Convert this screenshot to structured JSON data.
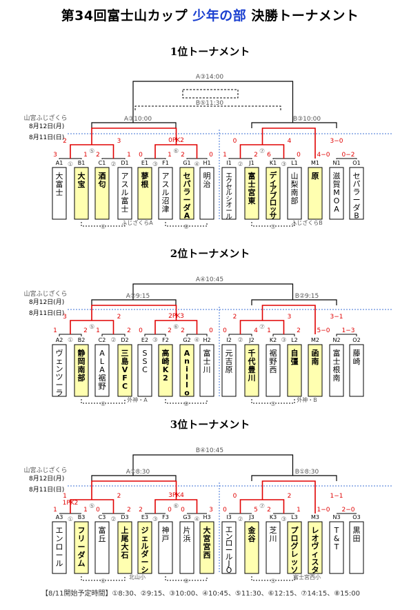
{
  "title": {
    "prefix": "第34回富士山カップ",
    "highlight": "少年の部",
    "suffix": "決勝トーナメント",
    "highlight_color": "#1a3fd0"
  },
  "colors": {
    "winner": "#e00000",
    "highlight_box": "#ffffb0",
    "date_line": "#3b6fd6"
  },
  "venue_label": "山宮ふじざくら",
  "date_aug12": "8月12日",
  "weekday_aug12": "月",
  "date_aug11": "8月11日",
  "weekday_aug11": "日",
  "footer": "【8/11開始予定時間】①8:30、②9:15、③10:00、④10:45、⑤11:30、⑥12:15、⑦14:15、⑧15:00",
  "sections": [
    {
      "title": "1位トーナメント",
      "final_label": "A③14:00",
      "third_label": "B⑤11:30",
      "semi_left": "A③10:00",
      "semi_right": "B③10:00",
      "teams": [
        {
          "code": "A1",
          "name": "大富士",
          "hl": false
        },
        {
          "code": "B1",
          "name": "大宝",
          "hl": true
        },
        {
          "code": "C1",
          "name": "酒匂",
          "hl": true
        },
        {
          "code": "D1",
          "name": "アスル富士",
          "hl": false
        },
        {
          "code": "E1",
          "name": "蓼根",
          "hl": true
        },
        {
          "code": "F1",
          "name": "アスル沼津",
          "hl": false
        },
        {
          "code": "G1",
          "name": "セパラーダA",
          "hl": true
        },
        {
          "code": "H1",
          "name": "明治",
          "hl": false
        },
        {
          "code": "I1",
          "name": "エクセルシオール",
          "hl": false
        },
        {
          "code": "J1",
          "name": "富士宮東",
          "hl": true
        },
        {
          "code": "K1",
          "name": "ディアブロッサ",
          "hl": true
        },
        {
          "code": "L1",
          "name": "山梨南部",
          "hl": false
        },
        {
          "code": "M1",
          "name": "原",
          "hl": true
        },
        {
          "code": "N1",
          "name": "滋賀MOA",
          "hl": false
        },
        {
          "code": "O1",
          "name": "セパラーダB",
          "hl": false
        }
      ],
      "r1": [
        {
          "num": "①",
          "s1": "3",
          "s2": "1"
        },
        {
          "num": "②",
          "s1": "2",
          "s2": "1"
        },
        {
          "num": "③",
          "s1": "0",
          "s2": "1"
        },
        {
          "num": "④",
          "s1": "2",
          "s2": "0"
        },
        {
          "num": "②",
          "s1": "1",
          "s2": "2"
        },
        {
          "num": "③",
          "s1": "6",
          "s2": "0"
        }
      ],
      "r2": [
        {
          "num": "⑤",
          "s1": "2",
          "s2": "3"
        },
        {
          "num": "⑥",
          "s1": "",
          "s2": ""
        },
        {
          "num": "⑦",
          "s1": "0",
          "s2": "4"
        }
      ],
      "r2_extra": "0PK2",
      "r_m": {
        "s1": "4−0",
        "s2": "0−2"
      },
      "r_m_final": "3−0",
      "venue_left": "ふじざくらA",
      "venue_right": "ふじざくらB"
    },
    {
      "title": "2位トーナメント",
      "final_label": "A④10:45",
      "semi_left": "A②9:15",
      "semi_right": "B②9:15",
      "teams": [
        {
          "code": "A2",
          "name": "ヴェンツーラ",
          "hl": false
        },
        {
          "code": "B2",
          "name": "静岡南部",
          "hl": true
        },
        {
          "code": "C2",
          "name": "ALA裾野",
          "hl": false
        },
        {
          "code": "D2",
          "name": "三島VFC",
          "hl": true
        },
        {
          "code": "E2",
          "name": "SSC",
          "hl": false
        },
        {
          "code": "F2",
          "name": "高崎K2",
          "hl": true
        },
        {
          "code": "G2",
          "name": "Anillo",
          "hl": true
        },
        {
          "code": "H2",
          "name": "富士川",
          "hl": false
        },
        {
          "code": "I2",
          "name": "元吉原",
          "hl": false
        },
        {
          "code": "J2",
          "name": "千代豊川",
          "hl": true
        },
        {
          "code": "K2",
          "name": "裾野西",
          "hl": false
        },
        {
          "code": "L2",
          "name": "自彊",
          "hl": true
        },
        {
          "code": "M2",
          "name": "函南",
          "hl": true
        },
        {
          "code": "N2",
          "name": "富士根南",
          "hl": false
        },
        {
          "code": "O2",
          "name": "藤崎",
          "hl": false
        }
      ],
      "r1": [
        {
          "num": "①",
          "s1": "1",
          "s2": "2"
        },
        {
          "num": "②",
          "s1": "1",
          "s2": "2"
        },
        {
          "num": "③",
          "s1": "0",
          "s2": "2"
        },
        {
          "num": "④",
          "s1": "2",
          "s2": "0"
        },
        {
          "num": "②",
          "s1": "0",
          "s2": "4"
        },
        {
          "num": "③",
          "s1": "1",
          "s2": "2"
        }
      ],
      "r2": [
        {
          "num": "⑤",
          "s1": "3",
          "s2": "2"
        },
        {
          "num": "⑥",
          "s1": "",
          "s2": ""
        },
        {
          "num": "⑦",
          "s1": "2",
          "s2": "3"
        }
      ],
      "r2_extra": "2PK3",
      "r_m": {
        "s1": "5−0",
        "s2": "1−3"
      },
      "r_m_final": "3−1",
      "venue_left": "外神・A",
      "venue_right": "外神・B"
    },
    {
      "title": "3位トーナメント",
      "final_label": "B④10:45",
      "semi_left": "A①8:30",
      "semi_right": "B①8:30",
      "teams": [
        {
          "code": "A3",
          "name": "エンロール",
          "hl": false
        },
        {
          "code": "B3",
          "name": "フリーダム",
          "hl": true
        },
        {
          "code": "C3",
          "name": "富丘",
          "hl": false
        },
        {
          "code": "D3",
          "name": "上尾大石",
          "hl": true
        },
        {
          "code": "E3",
          "name": "ジェルダーシ",
          "hl": true
        },
        {
          "code": "F3",
          "name": "神戸",
          "hl": false
        },
        {
          "code": "G3",
          "name": "片浜",
          "hl": false
        },
        {
          "code": "H3",
          "name": "大宮宮西",
          "hl": true
        },
        {
          "code": "I3",
          "name": "エンロールJO",
          "hl": false
        },
        {
          "code": "J3",
          "name": "金谷",
          "hl": true
        },
        {
          "code": "K3",
          "name": "芝川",
          "hl": false
        },
        {
          "code": "L3",
          "name": "プログレッソ",
          "hl": true
        },
        {
          "code": "M3",
          "name": "レオヴィスタ",
          "hl": true
        },
        {
          "code": "N3",
          "name": "T&T",
          "hl": false
        },
        {
          "code": "O3",
          "name": "黒田",
          "hl": false
        }
      ],
      "r1": [
        {
          "num": "①",
          "s1": "1",
          "s2": "1"
        },
        {
          "num": "②",
          "s1": "0",
          "s2": "2"
        },
        {
          "num": "③",
          "s1": "2",
          "s2": "0"
        },
        {
          "num": "④",
          "s1": "0",
          "s2": "3"
        },
        {
          "num": "②",
          "s1": "0",
          "s2": "5"
        },
        {
          "num": "③",
          "s1": "2",
          "s2": "1"
        }
      ],
      "r1_extra": "1PK2",
      "r2": [
        {
          "num": "⑤",
          "s1": "1",
          "s2": "2"
        },
        {
          "num": "⑥",
          "s1": "",
          "s2": ""
        },
        {
          "num": "⑦",
          "s1": "0",
          "s2": "2"
        }
      ],
      "r2_extra": "3PK4",
      "r_m": {
        "s1": "1−0",
        "s2": "2−0"
      },
      "r_m_final": "1−1",
      "venue_left": "北山小",
      "venue_right": "富士宮西小"
    }
  ]
}
